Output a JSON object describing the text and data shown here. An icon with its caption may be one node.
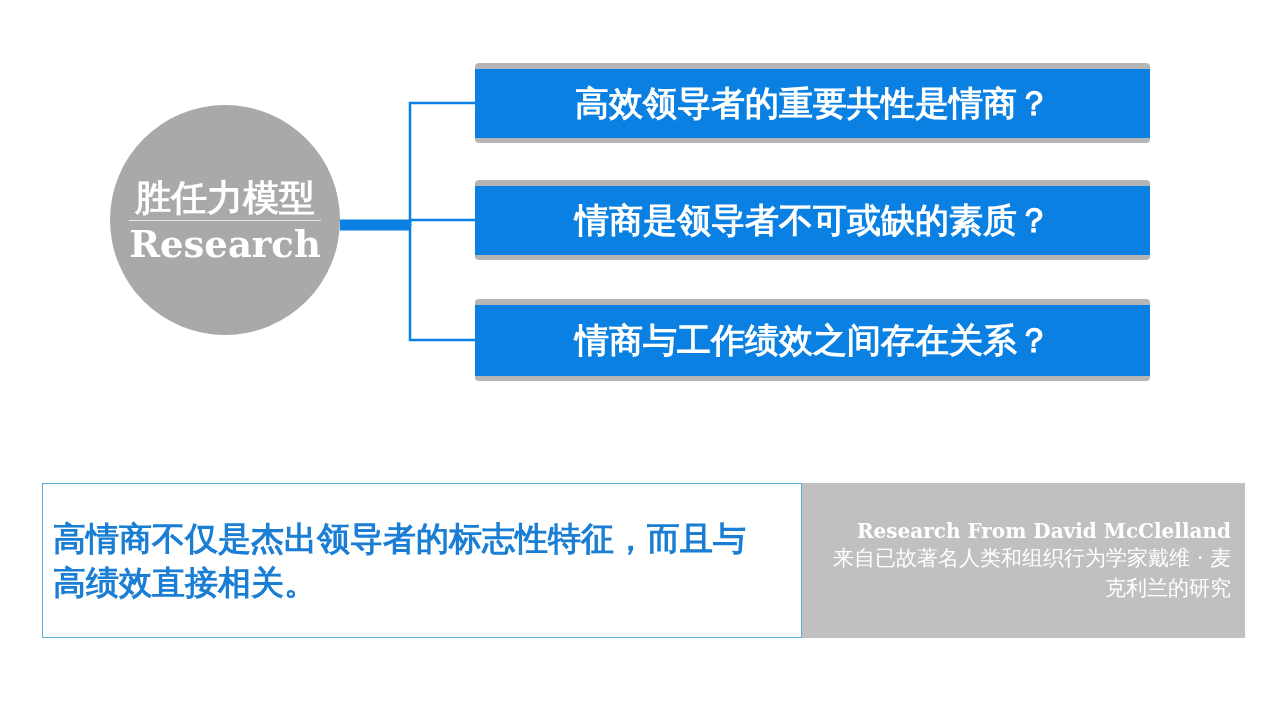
{
  "diagram": {
    "nodes": [
      {
        "text": [
          "胜任力模型",
          "Research"
        ]
      },
      {
        "text": [
          "高效领导者的重要共性是情商？"
        ]
      },
      {
        "text": [
          "情商是领导者不可或缺的素质？"
        ]
      },
      {
        "text": [
          "情商与工作绩效之间存在关系？"
        ]
      },
      {
        "text": [
          "高情商不仅是杰出领导者的标志性特征，而且与高绩效直接相关。"
        ]
      },
      {
        "text": [
          "Research From David McClelland",
          "来自已故著名人类和组织行为学家戴维 · 麦克利兰的研究"
        ]
      }
    ],
    "edges": [
      {
        "from": 0,
        "to": 1,
        "arrow": "none"
      },
      {
        "from": 0,
        "to": 2,
        "arrow": "none"
      },
      {
        "from": 0,
        "to": 3,
        "arrow": "none"
      }
    ]
  }
}
